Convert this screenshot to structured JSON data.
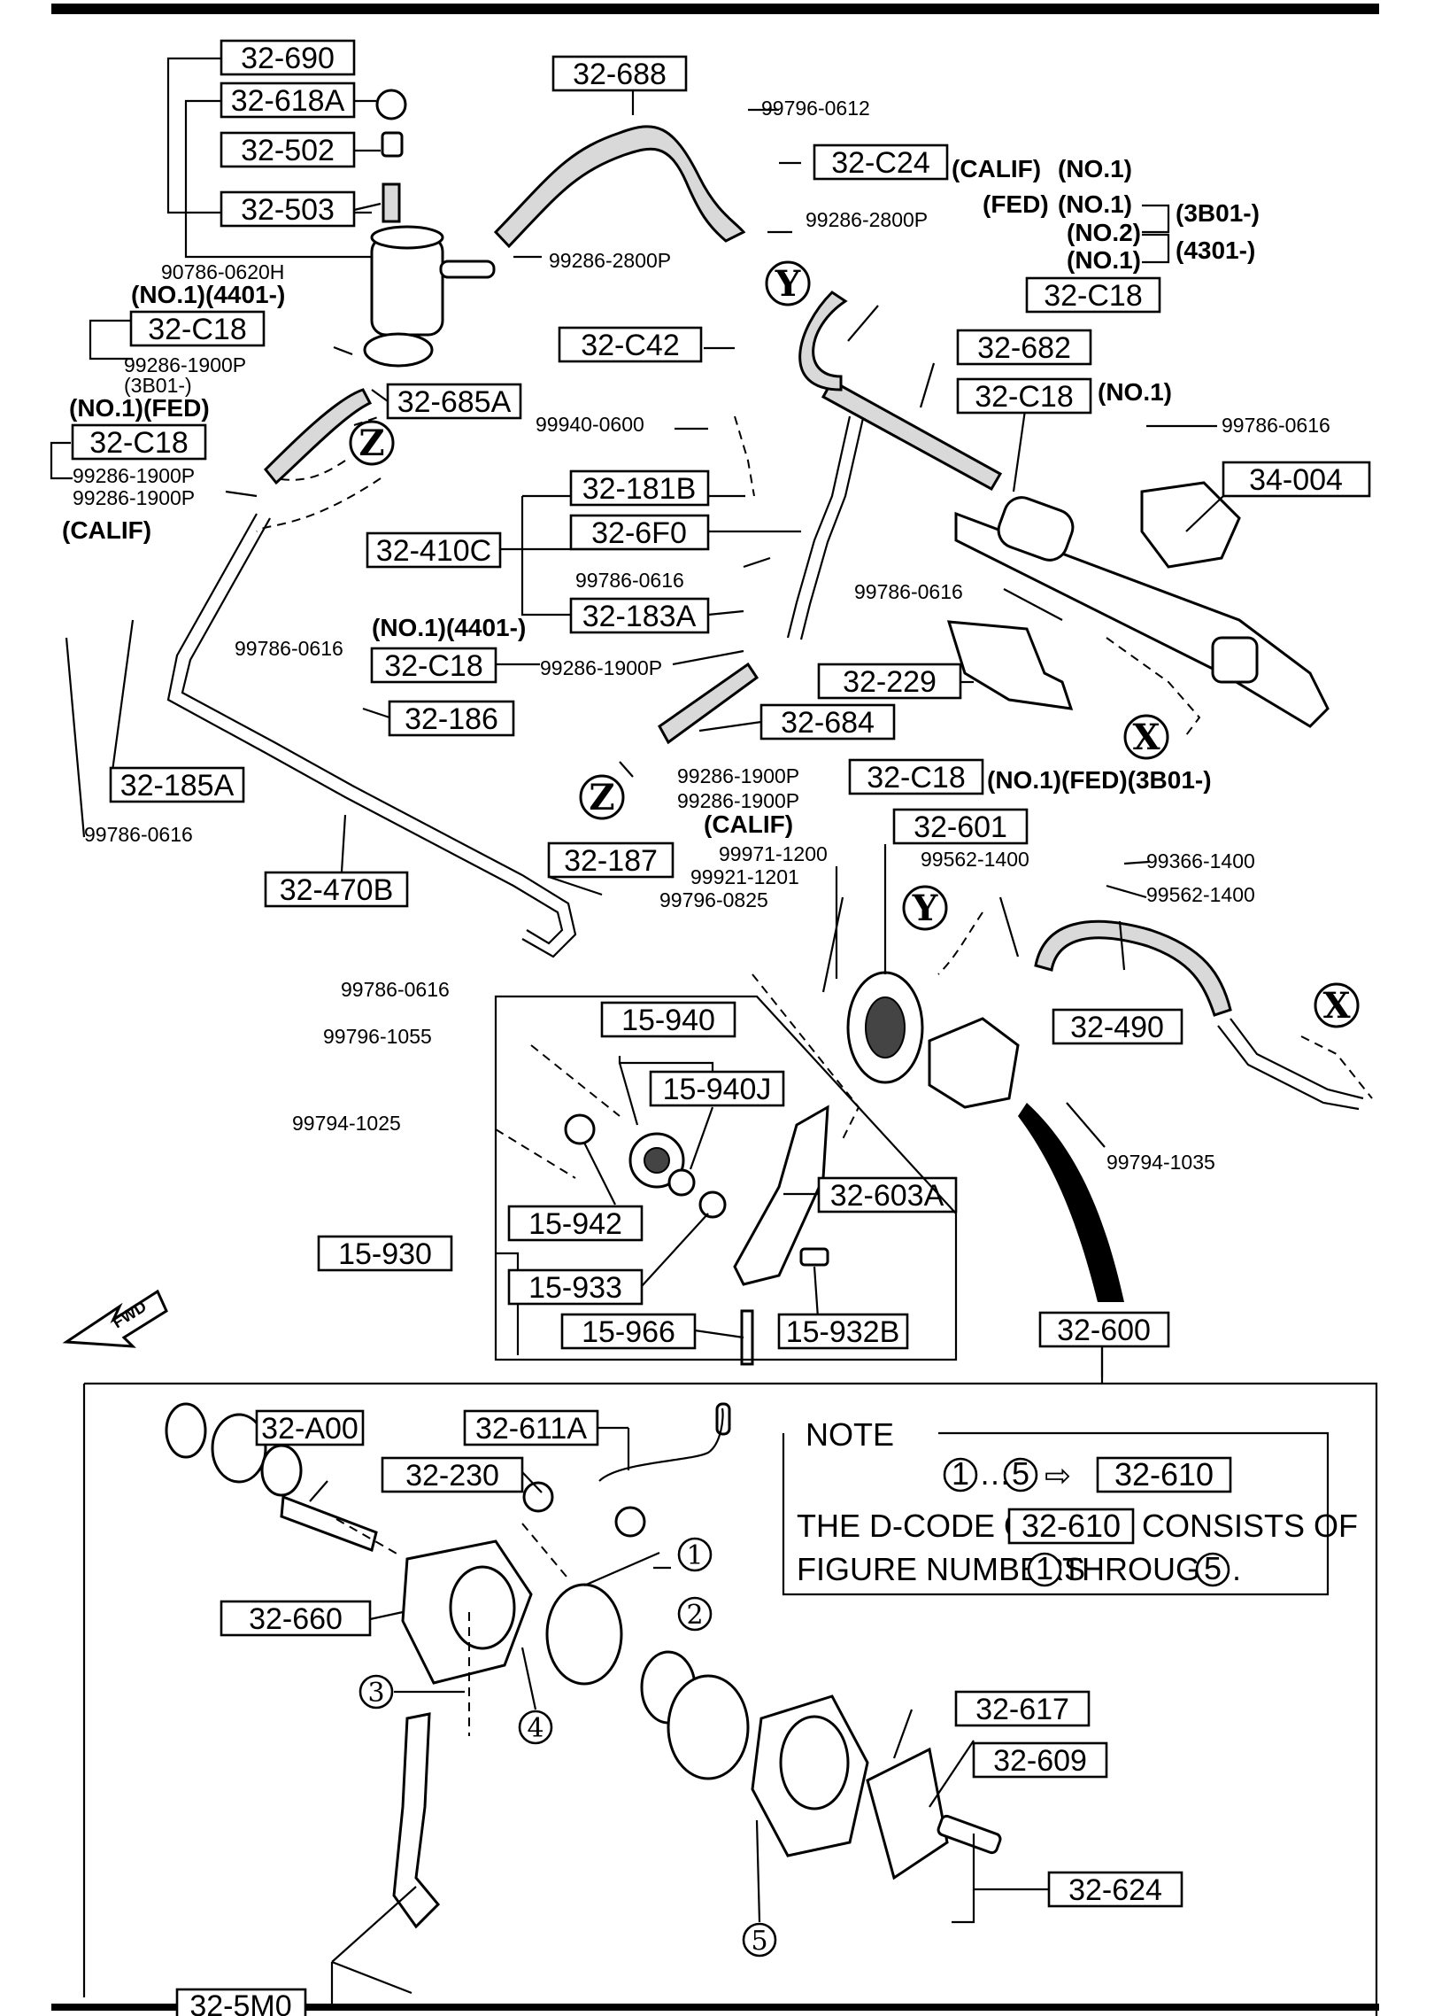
{
  "boxes": {
    "b1": "32-690",
    "b2": "32-618A",
    "b3": "32-502",
    "b4": "32-503",
    "b5": "32-688",
    "b6": "32-C24",
    "b7": "32-C18",
    "b8": "32-685A",
    "b9": "32-C18",
    "b10": "32-C42",
    "b11": "32-C18",
    "b12": "32-682",
    "b13": "32-C18",
    "b14": "34-004",
    "b15": "32-181B",
    "b16": "32-410C",
    "b17": "32-6F0",
    "b18": "32-183A",
    "b19": "32-C18",
    "b20": "32-186",
    "b21": "32-229",
    "b22": "32-684",
    "b23": "32-185A",
    "b24": "32-C18",
    "b25": "32-470B",
    "b26": "32-187",
    "b27": "32-601",
    "b28": "32-490",
    "b29": "15-940",
    "b30": "15-940J",
    "b31": "32-603A",
    "b32": "15-942",
    "b33": "15-930",
    "b34": "15-933",
    "b35": "15-966",
    "b36": "15-932B",
    "b37": "32-600",
    "b38": "32-A00",
    "b39": "32-611A",
    "b40": "32-230",
    "b41": "32-660",
    "b42": "32-617",
    "b43": "32-609",
    "b44": "32-624",
    "b45": "32-5M0"
  },
  "labels": {
    "l1": "99796-0612",
    "l2": "99286-2800P",
    "l3": "99286-2800P",
    "l4": "90786-0620H",
    "l5": "(NO.1)(4401-)",
    "l6": "99286-1900P",
    "l7": "(3B01-)",
    "l8": "(NO.1)(FED)",
    "l9": "99286-1900P",
    "l10": "99286-1900P",
    "l11": "(CALIF)",
    "l12": "99940-0600",
    "l13": "99786-0616",
    "l14": "99786-0616",
    "l15": "99786-0616",
    "l16": "(NO.1)(4401-)",
    "l17": "99786-0616",
    "l18": "99286-1900P",
    "l19": "99786-0616",
    "l20": "99286-1900P",
    "l21": "99286-1900P",
    "l22": "(CALIF)",
    "l23": "(NO.1)(FED)(3B01-)",
    "l24": "99971-1200",
    "l25": "99921-1201",
    "l26": "99796-0825",
    "l27": "99562-1400",
    "l28": "99366-1400",
    "l29": "99562-1400",
    "l30": "99786-0616",
    "l31": "99796-1055",
    "l32": "99794-1025",
    "l33": "99794-1035",
    "l34": "(NO.1)"
  },
  "calif_block": {
    "a": "(CALIF)",
    "b": "(NO.1)",
    "c": "(FED)",
    "d": "(NO.1)",
    "e": "(3B01-)",
    "f": "(NO.2)",
    "g": "(4301-)",
    "h": "(NO.1)"
  },
  "callouts": {
    "y1": "Y",
    "z1": "Z",
    "z2": "Z",
    "x1": "X",
    "y2": "Y",
    "x2": "X"
  },
  "fwd": "FWD",
  "note": {
    "title": "NOTE",
    "box_ref": "32-610",
    "line1_a": "THE D-CODE OF",
    "line1_b": "32-610",
    "line1_c": "CONSISTS OF",
    "line2_a": "FIGURE NUMBERS",
    "line2_b": "THROUGH",
    "n1": "1",
    "range": "…",
    "n5": "5",
    "arrow": "⇨",
    "n1b": "1",
    "n5b": "5",
    "dot": "."
  },
  "figure_numbers": {
    "f1": "1",
    "f2": "2",
    "f3": "3",
    "f4": "4",
    "f5": "5"
  }
}
